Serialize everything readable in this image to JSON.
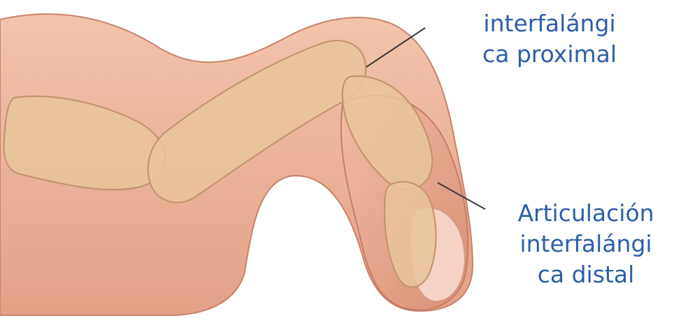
{
  "labels": {
    "proximal": {
      "lines": [
        "interfalángi",
        "ca proximal"
      ]
    },
    "distal": {
      "lines": [
        "Articulación",
        "interfalángi",
        "ca distal"
      ]
    }
  },
  "colors": {
    "text": "#2b5fa7",
    "skin": "#f1b9a0",
    "skin_dark": "#d8917a",
    "bone": "#e9c59a",
    "bone_outline": "#c2916a",
    "nail": "#f6d2c6"
  }
}
